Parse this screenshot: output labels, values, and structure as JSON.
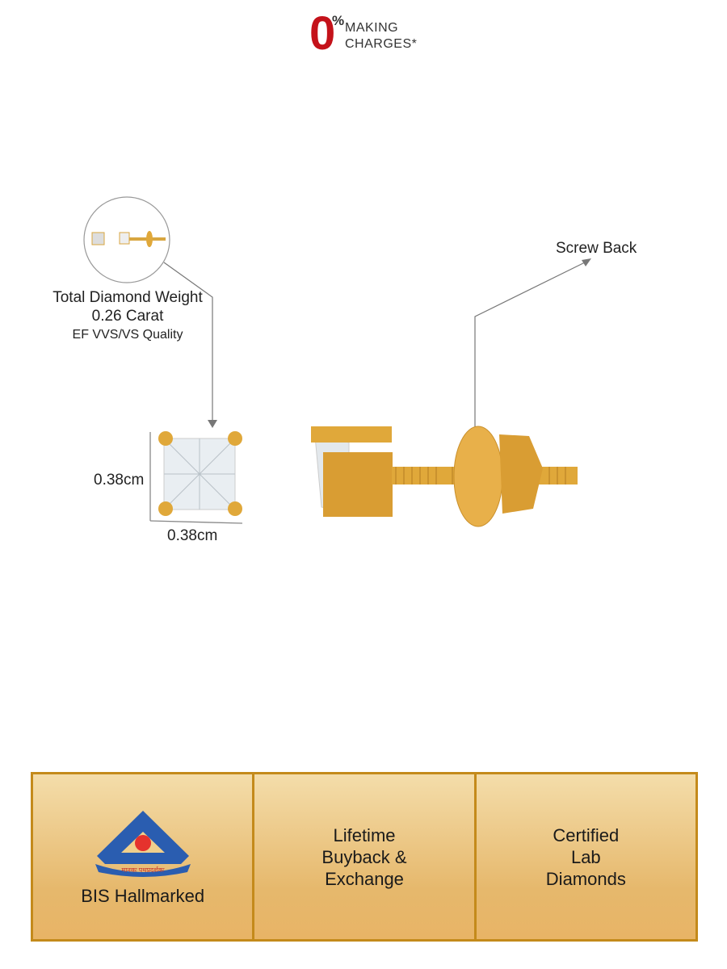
{
  "badge": {
    "zero": "0",
    "percent": "%",
    "line1": "MAKING",
    "line2": "CHARGES*",
    "color": "#c4121a"
  },
  "annotations": {
    "diamond_weight_title": "Total Diamond Weight",
    "diamond_weight_value": "0.26 Carat",
    "quality": "EF VVS/VS Quality",
    "height": "0.38cm",
    "width": "0.38cm",
    "screw_back": "Screw Back"
  },
  "features": [
    {
      "label": "BIS Hallmarked",
      "logo_text": "मानकः पथप्रदर्शकः"
    },
    {
      "label_lines": [
        "Lifetime",
        "Buyback &",
        "Exchange"
      ]
    },
    {
      "label_lines": [
        "Certified",
        "Lab",
        "Diamonds"
      ]
    }
  ],
  "colors": {
    "gold": "#e0a83a",
    "band_border": "#c48a1b",
    "bis_blue": "#2a5db0",
    "bis_red": "#e5322d"
  }
}
